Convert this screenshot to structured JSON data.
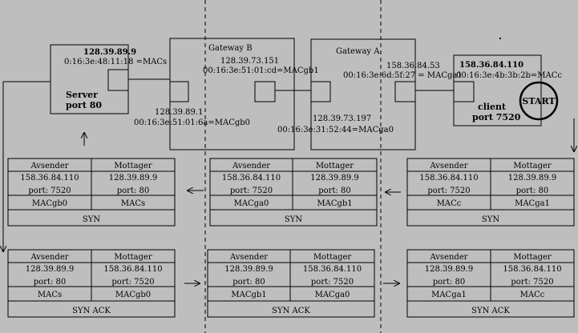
{
  "server": {
    "ip": "128.39.89.9",
    "mac": "0:16:3e:48:11:18 =MACs",
    "name": "Server",
    "port": "port 80"
  },
  "gateway_b": {
    "title": "Gateway B",
    "ip_right": "128.39.73.151",
    "mac_right": "00:16:3e:51:01:cd=MACgb1",
    "ip_left": "128.39.89.1",
    "mac_left": "00:16:3e:51:01:6a=MACgb0"
  },
  "gateway_a": {
    "title": "Gateway A",
    "ip_right": "158.36.84.53",
    "mac_right": "00:16:3e:6d:5f:27 = MACga1",
    "ip_left": "128.39.73.197",
    "mac_left": "00:16:3e:31:52:44=MACga0"
  },
  "client": {
    "ip": "158.36.84.110",
    "mac": "00:16:3e:4b:3b:2b=MACc",
    "name": "client",
    "port": "port 7520",
    "start": "START"
  },
  "tables": {
    "header": [
      "Avsender",
      "Mottager"
    ],
    "syn_label": "SYN",
    "synack_label": "SYN ACK",
    "syn": [
      {
        "rows": [
          [
            "158.36.84.110",
            "128.39.89.9"
          ],
          [
            "port: 7520",
            "port: 80"
          ],
          [
            "MACgb0",
            "MACs"
          ]
        ]
      },
      {
        "rows": [
          [
            "158.36.84.110",
            "128.39.89.9"
          ],
          [
            "port: 7520",
            "port: 80"
          ],
          [
            "MACga0",
            "MACgb1"
          ]
        ]
      },
      {
        "rows": [
          [
            "158.36.84.110",
            "128.39.89.9"
          ],
          [
            "port: 7520",
            "port: 80"
          ],
          [
            "MACc",
            "MACga1"
          ]
        ]
      }
    ],
    "synack": [
      {
        "rows": [
          [
            "128.39.89.9",
            "158.36.84.110"
          ],
          [
            "port: 80",
            "port: 7520"
          ],
          [
            "MACs",
            "MACgb0"
          ]
        ]
      },
      {
        "rows": [
          [
            "128.39.89.9",
            "158.36.84.110"
          ],
          [
            "port: 80",
            "port: 7520"
          ],
          [
            "MACgb1",
            "MACga0"
          ]
        ]
      },
      {
        "rows": [
          [
            "128.39.89.9",
            "158.36.84.110"
          ],
          [
            "port: 80",
            "port: 7520"
          ],
          [
            "MACga1",
            "MACc"
          ]
        ]
      }
    ]
  }
}
